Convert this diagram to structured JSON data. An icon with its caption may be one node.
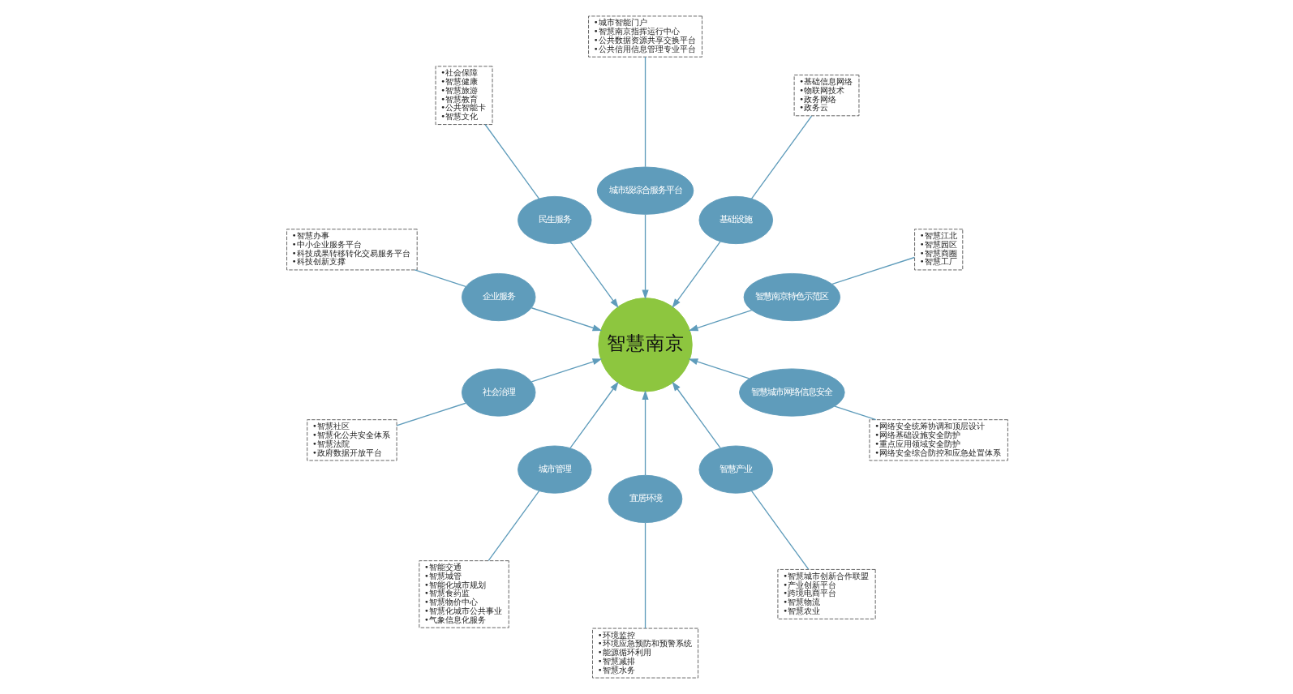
{
  "diagram": {
    "nodes": [
      {
        "text": [
          "智慧南京"
        ]
      },
      {
        "text": [
          "智慧南京特色示范区"
        ]
      },
      {
        "text": [
          "•智慧江北",
          "•智慧园区",
          "•智慧商圈",
          "•智慧工厂"
        ]
      },
      {
        "text": [
          "基础设施"
        ]
      },
      {
        "text": [
          "•基础信息网络",
          "•物联网技术",
          "•政务网络",
          "•政务云"
        ]
      },
      {
        "text": [
          "城市级综合服务平台"
        ]
      },
      {
        "text": [
          "•城市智能门户",
          "•智慧南京指挥运行中心",
          "•公共数据资源共享交换平台",
          "•公共信用信息管理专业平台"
        ]
      },
      {
        "text": [
          "民生服务"
        ]
      },
      {
        "text": [
          "•社会保障",
          "•智慧健康",
          "•智慧旅游",
          "•智慧教育",
          "•公共智能卡",
          "•智慧文化"
        ]
      },
      {
        "text": [
          "企业服务"
        ]
      },
      {
        "text": [
          "•智慧办事",
          "•中小企业服务平台",
          "•科技成果转移转化交易服务平台",
          "•科技创新支撑"
        ]
      },
      {
        "text": [
          "社会治理"
        ]
      },
      {
        "text": [
          "•智慧社区",
          "•智慧化公共安全体系",
          "•智慧法院",
          "•政府数据开放平台"
        ]
      },
      {
        "text": [
          "城市管理"
        ]
      },
      {
        "text": [
          "•智能交通",
          "•智慧城管",
          "•智能化城市规划",
          "•智慧食药监",
          "•智慧物价中心",
          "•智慧化城市公共事业",
          "•气象信息化服务"
        ]
      },
      {
        "text": [
          "宜居环境"
        ]
      },
      {
        "text": [
          "•环境监控",
          "•环境应急预防和预警系统",
          "•能源循环利用",
          "•智慧减排",
          "•智慧水务"
        ]
      },
      {
        "text": [
          "智慧产业"
        ]
      },
      {
        "text": [
          "•智慧城市创新合作联盟",
          "•产业创新平台",
          "•跨境电商平台",
          "•智慧物流",
          "•智慧农业"
        ]
      },
      {
        "text": [
          "智慧城市网络信息安全"
        ]
      },
      {
        "text": [
          "•网络安全统筹协调和顶层设计",
          "•网络基础设施安全防护",
          "•重点应用领域安全防护",
          "•网络安全综合防控和应急处置体系"
        ]
      }
    ],
    "edges": [
      {
        "from": 1,
        "to": 0,
        "arrow": "to"
      },
      {
        "from": 2,
        "to": 1,
        "arrow": "none"
      },
      {
        "from": 3,
        "to": 0,
        "arrow": "to"
      },
      {
        "from": 4,
        "to": 3,
        "arrow": "none"
      },
      {
        "from": 5,
        "to": 0,
        "arrow": "to"
      },
      {
        "from": 6,
        "to": 5,
        "arrow": "none"
      },
      {
        "from": 7,
        "to": 0,
        "arrow": "to"
      },
      {
        "from": 8,
        "to": 7,
        "arrow": "none"
      },
      {
        "from": 9,
        "to": 0,
        "arrow": "to"
      },
      {
        "from": 10,
        "to": 9,
        "arrow": "none"
      },
      {
        "from": 11,
        "to": 0,
        "arrow": "to"
      },
      {
        "from": 12,
        "to": 11,
        "arrow": "none"
      },
      {
        "from": 13,
        "to": 0,
        "arrow": "to"
      },
      {
        "from": 14,
        "to": 13,
        "arrow": "none"
      },
      {
        "from": 15,
        "to": 0,
        "arrow": "to"
      },
      {
        "from": 16,
        "to": 15,
        "arrow": "none"
      },
      {
        "from": 17,
        "to": 0,
        "arrow": "to"
      },
      {
        "from": 18,
        "to": 17,
        "arrow": "none"
      },
      {
        "from": 19,
        "to": 0,
        "arrow": "to"
      },
      {
        "from": 20,
        "to": 19,
        "arrow": "none"
      }
    ]
  }
}
